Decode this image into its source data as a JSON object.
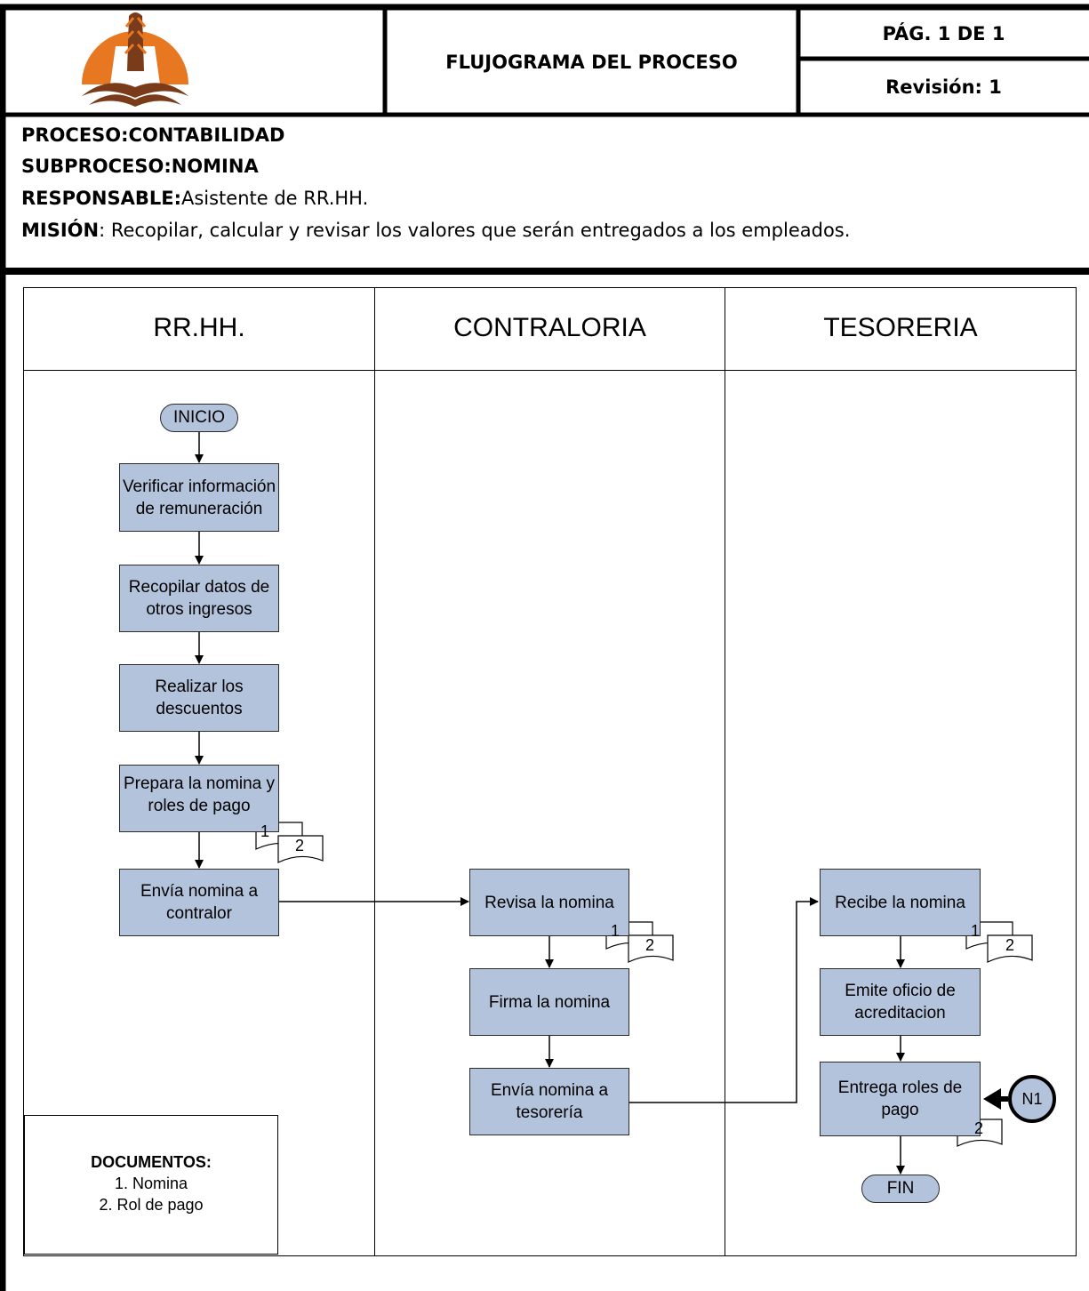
{
  "header": {
    "title": "FLUJOGRAMA DEL PROCESO",
    "page": "PÁG. 1 DE 1",
    "revision": "Revisión: 1"
  },
  "info": {
    "proceso": "PROCESO:CONTABILIDAD",
    "subproceso": "SUBPROCESO:NOMINA",
    "responsable_label": "RESPONSABLE:",
    "responsable_value": "Asistente de RR.HH.",
    "mision_label": "MISIÓN",
    "mision_value": ": Recopilar, calcular y revisar los valores que serán entregados a los empleados."
  },
  "lanes": [
    "RR.HH.",
    "CONTRALORIA",
    "TESORERIA"
  ],
  "steps": {
    "inicio": "INICIO",
    "verificar": "Verificar información de remuneración",
    "recopilar": "Recopilar datos de otros ingresos",
    "realizar": "Realizar los descuentos",
    "prepara": "Prepara la nomina y roles de pago",
    "envia_contralor": "Envía nomina a contralor",
    "revisa": "Revisa la nomina",
    "firma": "Firma la nomina",
    "envia_tesoreria": "Envía nomina a tesorería",
    "recibe": "Recibe la nomina",
    "emite": "Emite oficio de acreditacion",
    "entrega": "Entrega roles de pago",
    "fin": "FIN"
  },
  "doc_numbers": {
    "one": "1",
    "two": "2"
  },
  "connector": "N1",
  "legend": {
    "title": "DOCUMENTOS:",
    "items": [
      "1. Nomina",
      "2. Rol de pago"
    ]
  },
  "colors": {
    "process_fill": "#b4c3dc",
    "logo_orange": "#e87722",
    "logo_brown": "#7a3b1a"
  }
}
